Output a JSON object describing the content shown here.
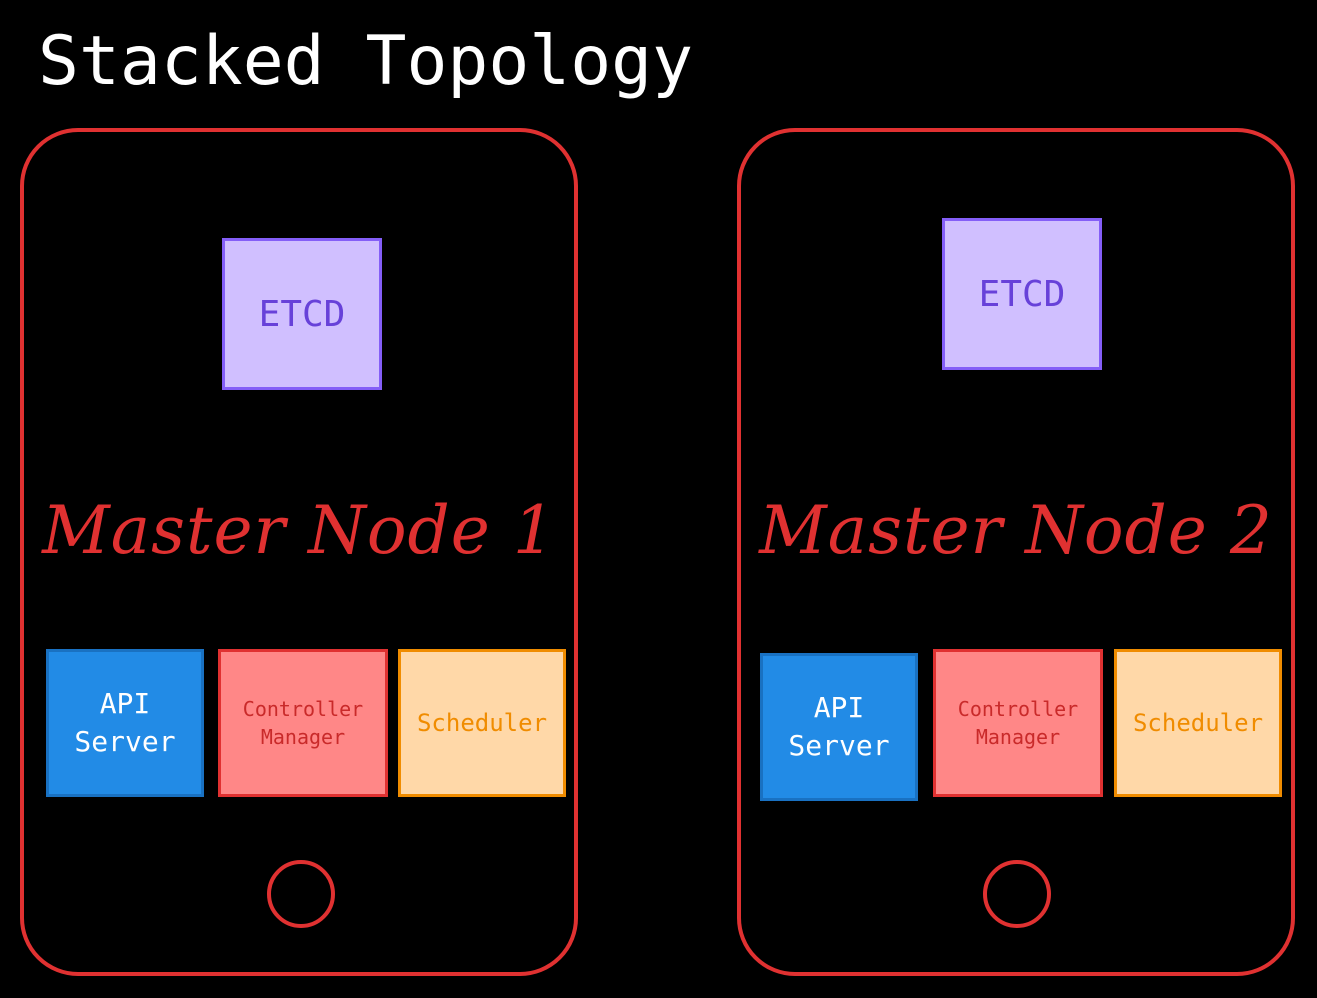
{
  "title": "Stacked Topology",
  "colors": {
    "background": "#000000",
    "node_border": "#e03131",
    "etcd_fill": "#d0bfff",
    "etcd_border": "#845ef7",
    "etcd_text": "#6741d9",
    "api_fill": "#228be6",
    "controller_fill": "#ff8787",
    "scheduler_fill": "#ffd8a8",
    "scheduler_text": "#f08c00"
  },
  "nodes": [
    {
      "label": "Master Node 1",
      "etcd": "ETCD",
      "components": {
        "api": "API\nServer",
        "controller": "Controller\nManager",
        "scheduler": "Scheduler"
      }
    },
    {
      "label": "Master Node 2",
      "etcd": "ETCD",
      "components": {
        "api": "API\nServer",
        "controller": "Controller\nManager",
        "scheduler": "Scheduler"
      }
    }
  ]
}
